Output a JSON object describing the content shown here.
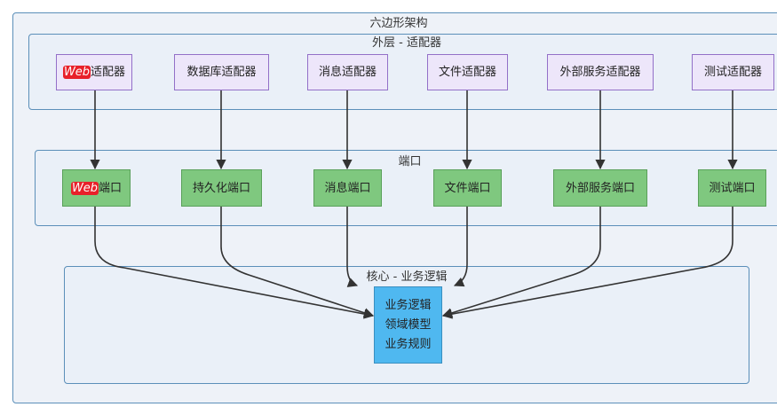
{
  "diagram": {
    "title": "六边形架构",
    "outer_layer": {
      "title": "外层 - 适配器",
      "adapters": [
        {
          "highlight": "Web",
          "text": "适配器"
        },
        {
          "highlight": "",
          "text": "数据库适配器"
        },
        {
          "highlight": "",
          "text": "消息适配器"
        },
        {
          "highlight": "",
          "text": "文件适配器"
        },
        {
          "highlight": "",
          "text": "外部服务适配器"
        },
        {
          "highlight": "",
          "text": "测试适配器"
        }
      ]
    },
    "ports_layer": {
      "title": "端口",
      "ports": [
        {
          "highlight": "Web",
          "text": "端口"
        },
        {
          "highlight": "",
          "text": "持久化端口"
        },
        {
          "highlight": "",
          "text": "消息端口"
        },
        {
          "highlight": "",
          "text": "文件端口"
        },
        {
          "highlight": "",
          "text": "外部服务端口"
        },
        {
          "highlight": "",
          "text": "测试端口"
        }
      ]
    },
    "core_layer": {
      "title": "核心 - 业务逻辑",
      "lines": [
        "业务逻辑",
        "领域模型",
        "业务规则"
      ]
    },
    "colors": {
      "adapter_fill": "#ede6fa",
      "port_fill": "#7fc87f",
      "core_fill": "#4fb8f0",
      "highlight": "#e8202a"
    }
  }
}
